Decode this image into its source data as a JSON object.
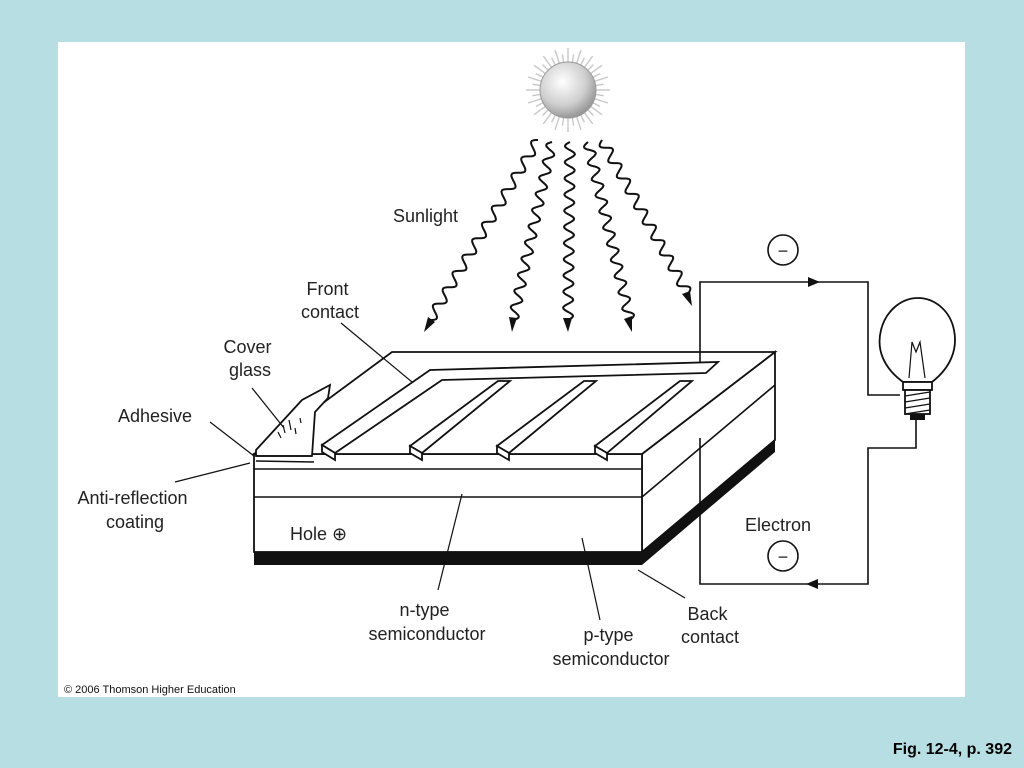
{
  "labels": {
    "sunlight": "Sunlight",
    "front_contact": [
      "Front",
      "contact"
    ],
    "cover_glass": [
      "Cover",
      "glass"
    ],
    "adhesive": "Adhesive",
    "anti_reflection": [
      "Anti-reflection",
      "coating"
    ],
    "hole": "Hole ⊕",
    "electron": "Electron",
    "minus_symbol": "−",
    "n_type": [
      "n-type",
      "semiconductor"
    ],
    "p_type": [
      "p-type",
      "semiconductor"
    ],
    "back_contact": [
      "Back",
      "contact"
    ]
  },
  "credit": "© 2006 Thomson Higher Education",
  "figure_ref": "Fig. 12-4, p. 392"
}
